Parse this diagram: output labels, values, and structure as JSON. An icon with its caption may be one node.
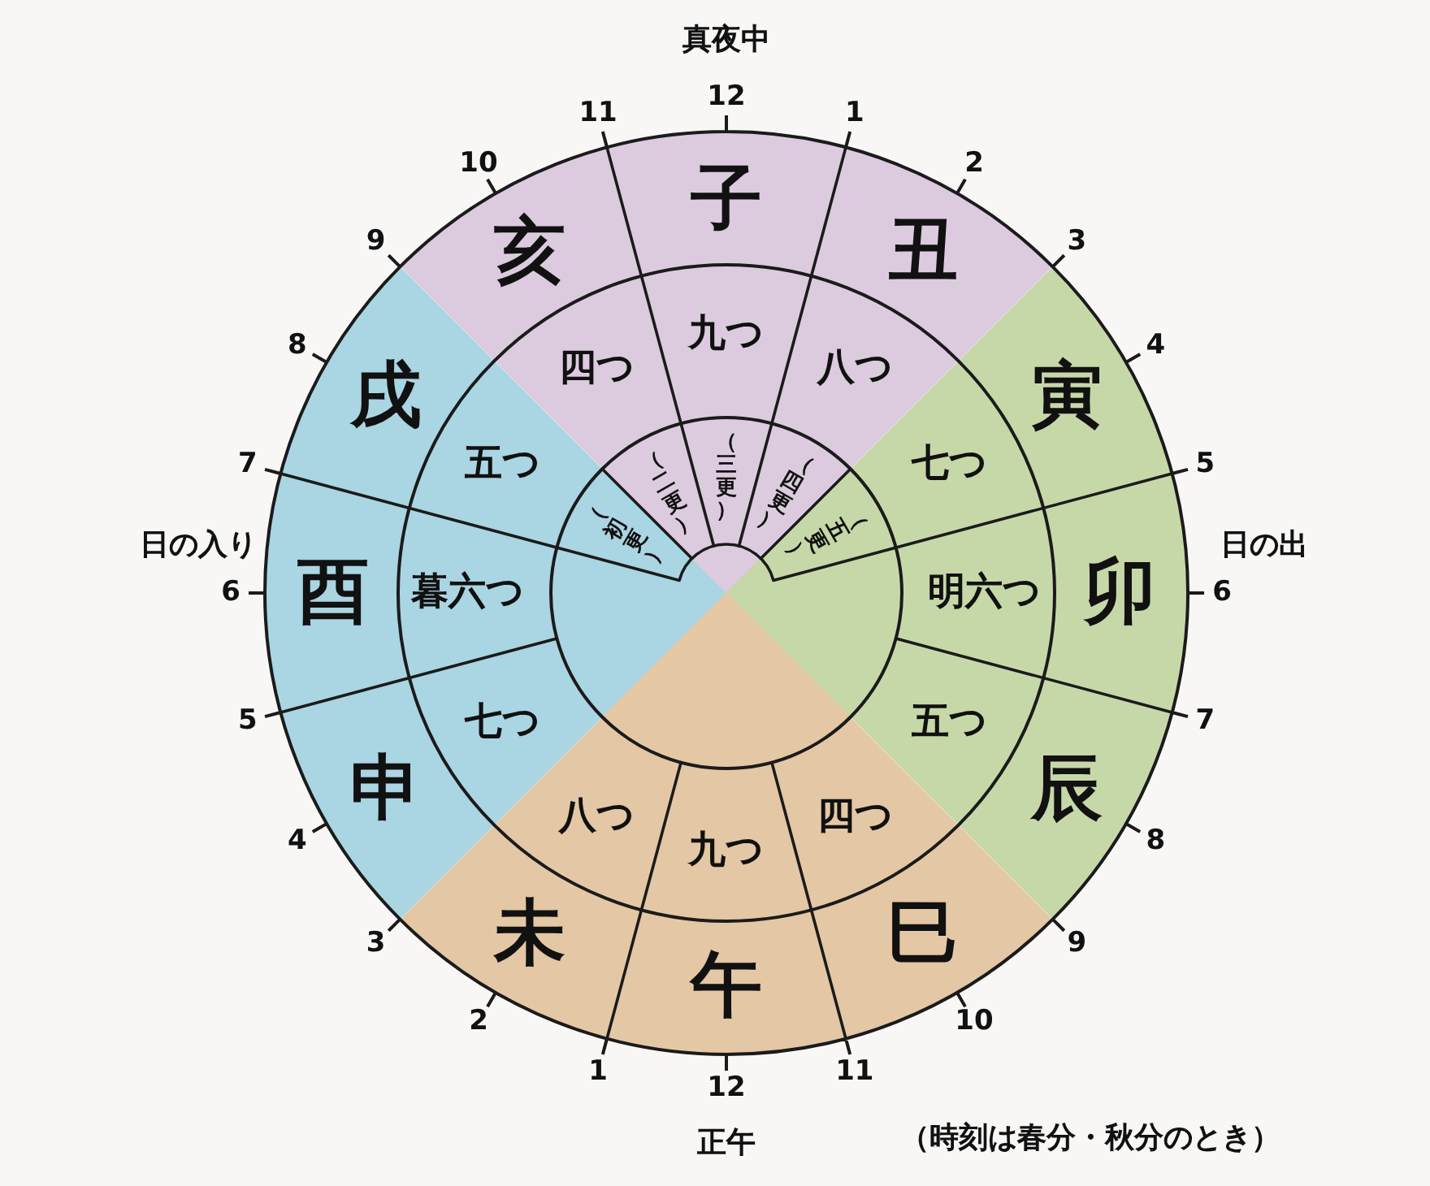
{
  "diagram": {
    "caption": "（時刻は春分・秋分のとき）",
    "nodes": [
      {
        "text": [
          "子"
        ]
      },
      {
        "text": [
          "丑"
        ]
      },
      {
        "text": [
          "寅"
        ]
      },
      {
        "text": [
          "卯"
        ]
      },
      {
        "text": [
          "辰"
        ]
      },
      {
        "text": [
          "巳"
        ]
      },
      {
        "text": [
          "午"
        ]
      },
      {
        "text": [
          "未"
        ]
      },
      {
        "text": [
          "申"
        ]
      },
      {
        "text": [
          "酉"
        ]
      },
      {
        "text": [
          "戌"
        ]
      },
      {
        "text": [
          "亥"
        ]
      },
      {
        "text": [
          "九つ"
        ]
      },
      {
        "text": [
          "八つ"
        ]
      },
      {
        "text": [
          "七つ"
        ]
      },
      {
        "text": [
          "明六つ"
        ]
      },
      {
        "text": [
          "五つ"
        ]
      },
      {
        "text": [
          "四つ"
        ]
      },
      {
        "text": [
          "九つ"
        ]
      },
      {
        "text": [
          "八つ"
        ]
      },
      {
        "text": [
          "七つ"
        ]
      },
      {
        "text": [
          "暮六つ"
        ]
      },
      {
        "text": [
          "五つ"
        ]
      },
      {
        "text": [
          "四つ"
        ]
      },
      {
        "text": [
          "（初更）"
        ]
      },
      {
        "text": [
          "（二更）"
        ]
      },
      {
        "text": [
          "（三更）"
        ]
      },
      {
        "text": [
          "（四更）"
        ]
      },
      {
        "text": [
          "（五更）"
        ]
      }
    ],
    "labels": [
      "真夜中",
      "12",
      "1",
      "2",
      "3",
      "4",
      "5",
      "日の出",
      "6",
      "7",
      "8",
      "9",
      "10",
      "11",
      "12",
      "正午",
      "1",
      "2",
      "3",
      "4",
      "5",
      "日の入り",
      "6",
      "7",
      "8",
      "9",
      "10",
      "11"
    ]
  }
}
